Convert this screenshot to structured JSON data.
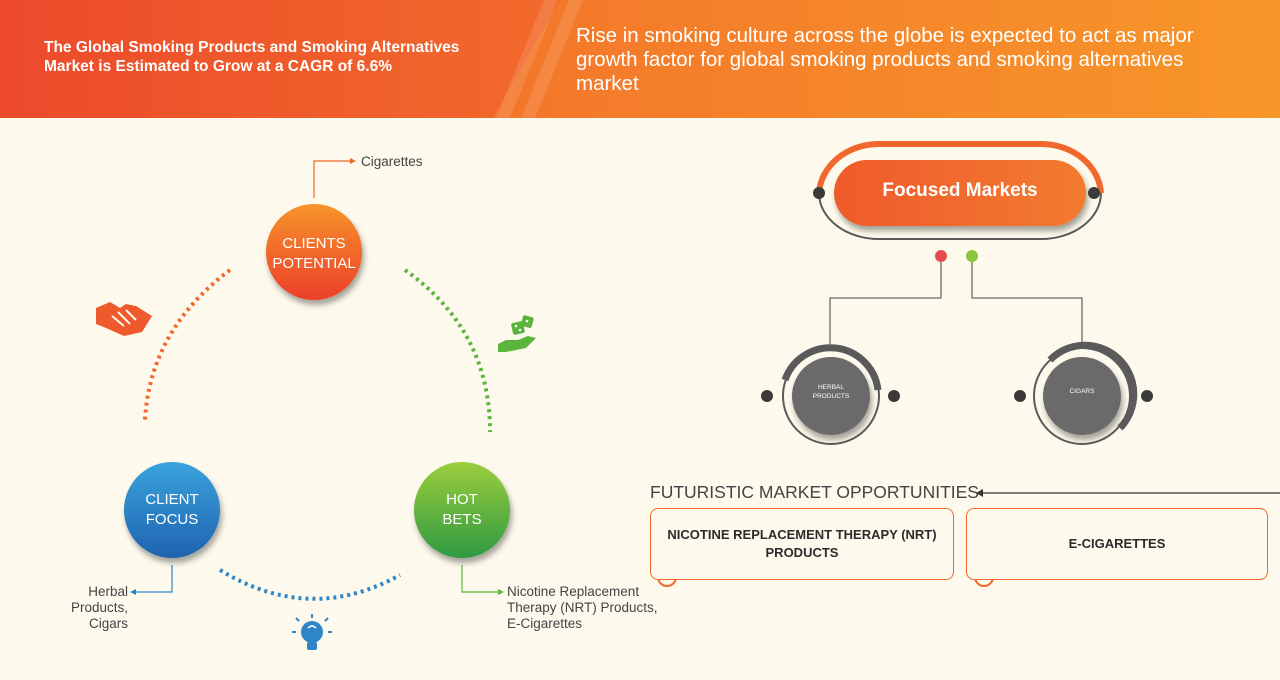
{
  "header": {
    "left_title": "The Global Smoking Products and Smoking Alternatives Market is Estimated to Grow at a CAGR of 6.6%",
    "right_text": "Rise in smoking culture across the globe is expected to act as major growth factor for global smoking products and smoking alternatives market"
  },
  "cycle": {
    "clients_potential": "CLIENTS POTENTIAL",
    "client_focus": "CLIENT FOCUS",
    "hot_bets": "HOT BETS",
    "clients_potential_label": "Cigarettes",
    "client_focus_label": "Herbal Products, Cigars",
    "hot_bets_label": "Nicotine Replacement Therapy (NRT) Products, E-Cigarettes"
  },
  "focused": {
    "title": "Focused Markets",
    "items": [
      "HERBAL PRODUCTS",
      "CIGARS"
    ]
  },
  "futuristic": {
    "title": "FUTURISTIC MARKET OPPORTUNITIES",
    "boxes": [
      "NICOTINE REPLACEMENT THERAPY (NRT) PRODUCTS",
      "E-CIGARETTES"
    ]
  },
  "colors": {
    "orange": "#f0682d",
    "blue": "#2e86c8",
    "green": "#5bb43c",
    "grey": "#5a5a5a"
  }
}
